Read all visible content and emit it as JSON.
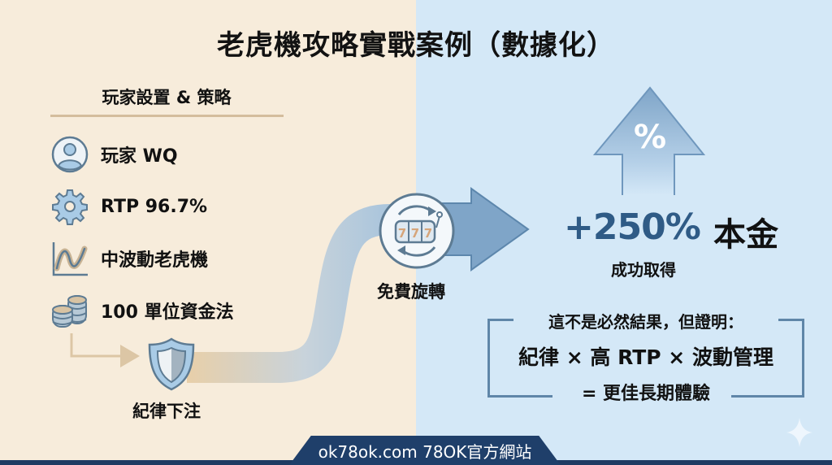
{
  "title": "老虎機攻略實戰案例（數據化）",
  "setup": {
    "heading": "玩家設置 & 策略",
    "items": [
      {
        "icon": "user-icon",
        "label": "玩家 WQ"
      },
      {
        "icon": "gear-icon",
        "label": "RTP 96.7%"
      },
      {
        "icon": "wave-chart-icon",
        "label": "中波動老虎機"
      },
      {
        "icon": "coins-icon",
        "label": "100 單位資金法"
      }
    ]
  },
  "flow": {
    "step1": {
      "icon": "shield-icon",
      "label": "紀律下注"
    },
    "step2": {
      "icon": "slot-machine-icon",
      "label": "免費旋轉",
      "reels": "777"
    }
  },
  "result": {
    "arrow_icon_label": "%",
    "value": "+250%",
    "unit": "本金",
    "caption": "成功取得"
  },
  "conclusion": {
    "line1": "這不是必然結果，但證明：",
    "line2": "紀律 × 高 RTP × 波動管理",
    "line3": "= 更佳長期體驗"
  },
  "footer": {
    "site": "ok78ok.com 78OK官方網站"
  },
  "colors": {
    "left_bg": "#f7ecdb",
    "right_bg": "#d4e8f7",
    "accent_blue": "#2f5b86",
    "footer_navy": "#1f3f6a",
    "tan": "#d4bd9d"
  }
}
